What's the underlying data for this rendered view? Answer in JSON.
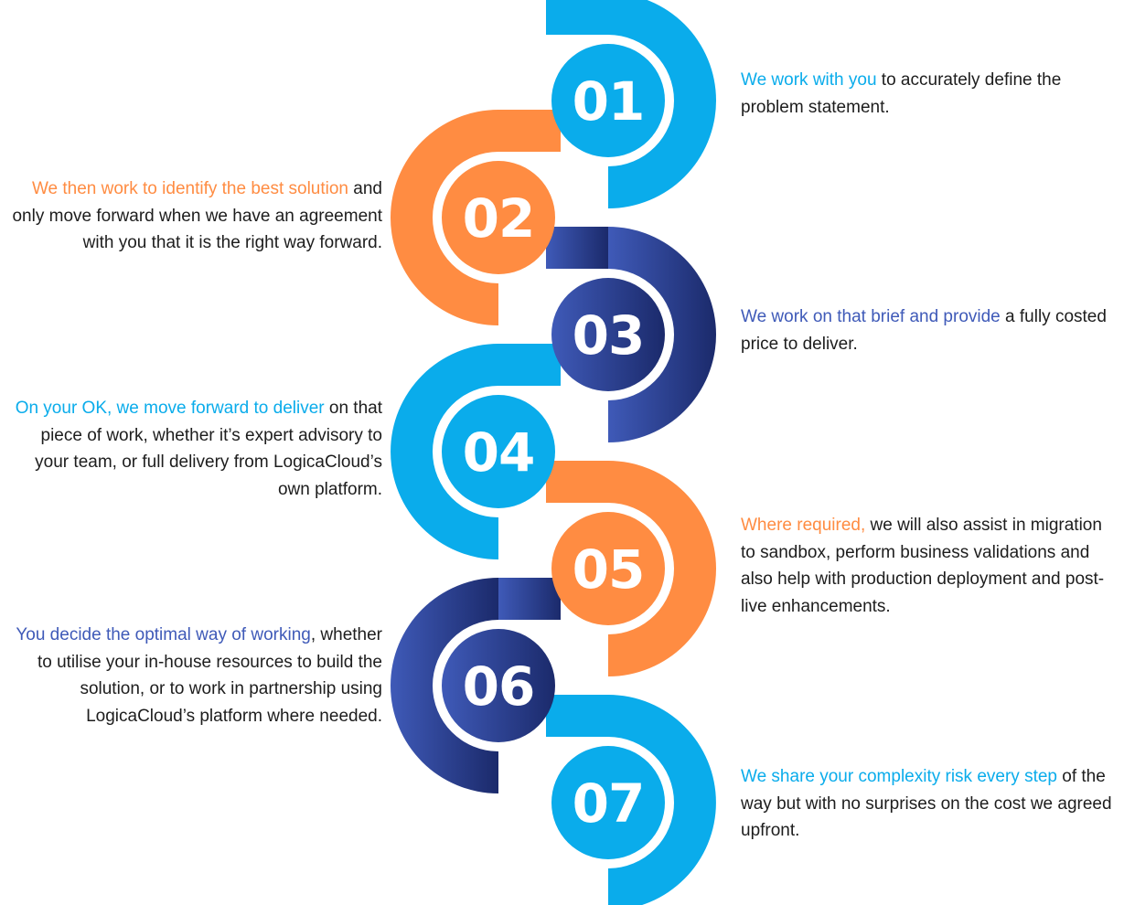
{
  "colors": {
    "blue": "#0aaceb",
    "orange": "#ff8c42",
    "navy_dark": "#1b2a6b",
    "navy_light": "#3f5ab8",
    "body_text": "#1d1d1d"
  },
  "steps": [
    {
      "number": "01",
      "color": "blue",
      "highlight": "We work with you",
      "text": " to accurately define the problem statement."
    },
    {
      "number": "02",
      "color": "orange",
      "highlight": "We then work to identify the best solution",
      "text": " and only move forward when we have an agreement with you that it is the right way forward."
    },
    {
      "number": "03",
      "color": "navy",
      "highlight": "We work on that brief and provide",
      "text": " a fully costed price to deliver."
    },
    {
      "number": "04",
      "color": "blue",
      "highlight": "On your OK, we move forward to deliver",
      "text": " on that piece of work, whether it’s expert advisory to your team, or full delivery from LogicaCloud’s own platform."
    },
    {
      "number": "05",
      "color": "orange",
      "highlight": "Where required,",
      "text": " we will also assist in migration to sandbox, perform business validations and also help with production deployment and post-live enhancements."
    },
    {
      "number": "06",
      "color": "navy",
      "highlight": "You decide the optimal way of working",
      "text": ", whether to utilise your in-house resources to build the solution, or to work in partnership using LogicaCloud’s platform where needed."
    },
    {
      "number": "07",
      "color": "blue",
      "highlight": "We share your complexity risk every step",
      "text": " of the way but with no surprises on the cost we agreed upfront."
    }
  ]
}
